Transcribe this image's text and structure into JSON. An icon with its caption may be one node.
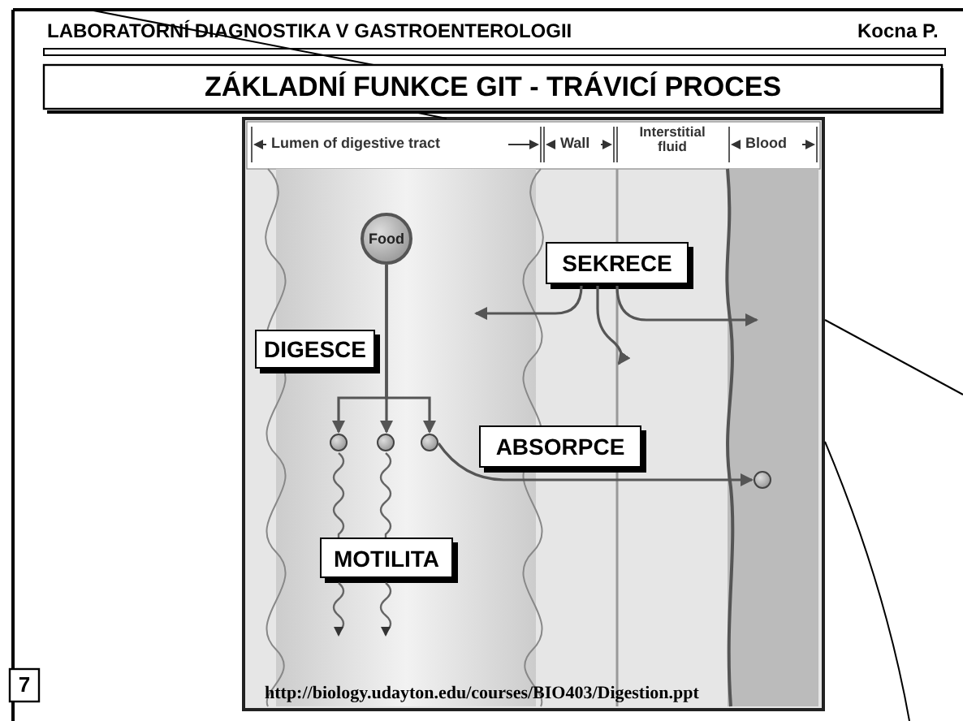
{
  "diagram": {
    "title": "ZÁKLADNÍ FUNKCE GIT - TRÁVICÍ PROCES",
    "nodes": [
      {
        "text": [
          "Food"
        ]
      },
      {
        "text": [
          "SEKRECE"
        ]
      },
      {
        "text": [
          "DIGESCE"
        ]
      },
      {
        "text": [],
        "shape": "circle"
      },
      {
        "text": [],
        "shape": "circle"
      },
      {
        "text": [],
        "shape": "circle"
      },
      {
        "text": [
          "ABSORPCE"
        ]
      },
      {
        "text": [],
        "shape": "circle"
      },
      {
        "text": [
          "MOTILITA"
        ]
      }
    ],
    "edges": [
      {
        "from": 0,
        "to": 3,
        "arrow": "to"
      },
      {
        "from": 0,
        "to": 4,
        "arrow": "to"
      },
      {
        "from": 0,
        "to": 5,
        "arrow": "to"
      },
      {
        "from": 5,
        "to": 7,
        "arrow": "to"
      },
      {
        "from": 3,
        "to": 8,
        "arrow": "none"
      },
      {
        "from": 4,
        "to": 8,
        "arrow": "none"
      },
      {
        "from": 8,
        "to": null,
        "arrow": "to"
      },
      {
        "from": 8,
        "to": null,
        "arrow": "to"
      },
      {
        "from": 1,
        "to": null,
        "arrow": "to"
      },
      {
        "from": 1,
        "to": null,
        "arrow": "to"
      },
      {
        "from": 1,
        "to": null,
        "arrow": "to"
      }
    ],
    "labels": [
      "LABORATORNÍ DIAGNOSTIKA V GASTROENTEROLOGII",
      "Kocna P.",
      "Lumen of digestive tract",
      "Wall",
      "Interstitial fluid",
      "Blood",
      "http://biology.udayton.edu/courses/BIO403/Digestion.ppt",
      "7"
    ]
  }
}
